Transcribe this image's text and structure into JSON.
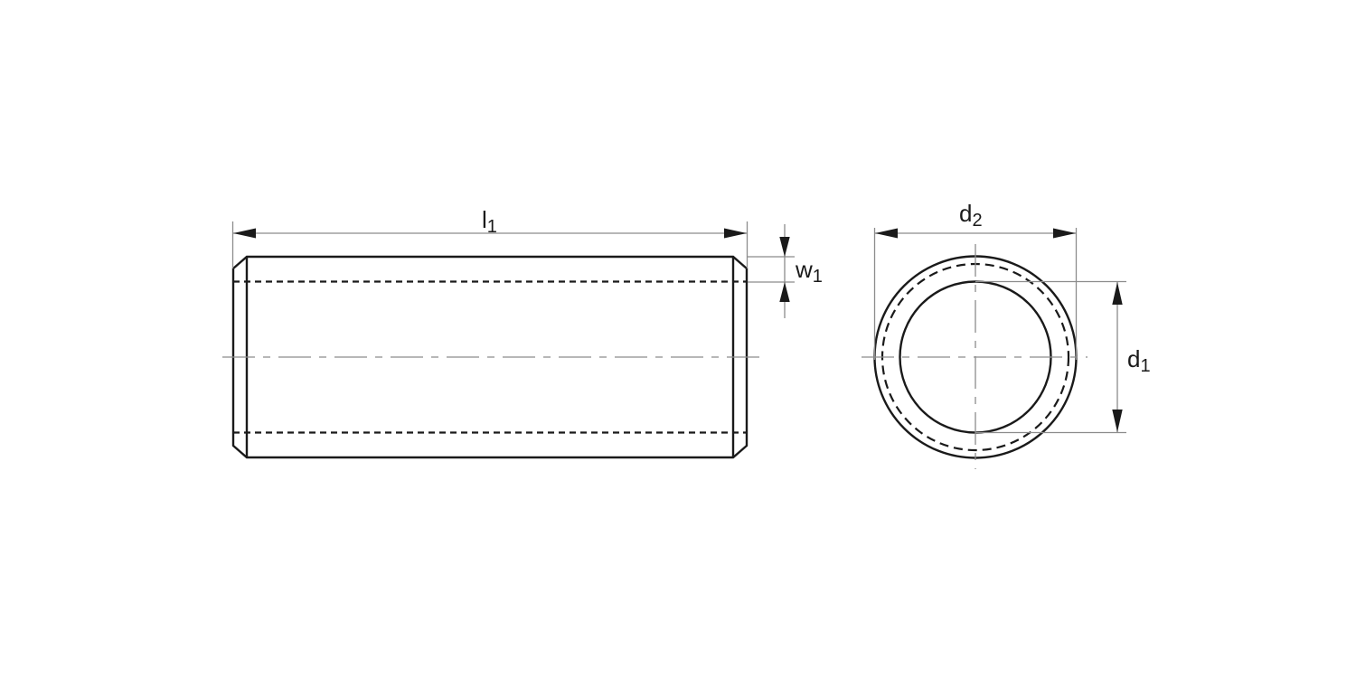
{
  "drawing": {
    "kind": "technical-drawing",
    "part": "tube-sleeve",
    "labels": {
      "l1": {
        "base": "l",
        "sub": "1"
      },
      "w1": {
        "base": "w",
        "sub": "1"
      },
      "d2": {
        "base": "d",
        "sub": "2"
      },
      "d1": {
        "base": "d",
        "sub": "1"
      }
    },
    "colors": {
      "background": "#ffffff",
      "outline": "#1a1a1a",
      "hidden_line": "#1a1a1a",
      "dimension_line": "#8c8c8c",
      "arrowhead": "#1a1a1a",
      "label_text": "#1a1a1a"
    }
  }
}
